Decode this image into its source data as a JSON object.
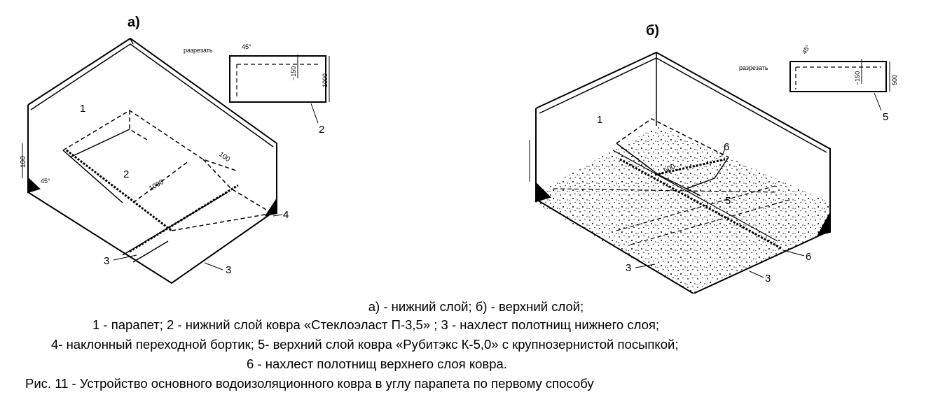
{
  "figure_a": {
    "label": "а)",
    "n1": "1",
    "n2": "2",
    "n3a": "3",
    "n3b": "3",
    "n4": "4",
    "n2sheet": "2",
    "dim_100_left": "100",
    "dim_45": "45°",
    "dim_1000_floor": "1000",
    "dim_100_floor": "100",
    "sheet_cut": "разрезать",
    "sheet_45": "45°",
    "sheet_150": "~150",
    "sheet_1000": "1000"
  },
  "figure_b": {
    "label": "б)",
    "n1": "1",
    "n5": "5",
    "n3a": "3",
    "n3b": "3",
    "n6a": "6",
    "n6b": "6",
    "n5sheet": "5",
    "dim_500_floor": "500",
    "sheet_cut": "разрезать",
    "sheet_45": "45°",
    "sheet_150": "~150",
    "sheet_500": "500"
  },
  "caption": {
    "line1": "а) - нижний слой; б) - верхний слой;",
    "line2": "1 - парапет; 2 - нижний слой ковра «Стеклоэласт П-3,5» ; 3 - нахлест полотнищ нижнего слоя;",
    "line3": "4- наклонный переходной бортик; 5- верхний слой ковра «Рубитэкс К-5,0» с крупнозернистой посыпкой;",
    "line4": "6 - нахлест полотнищ верхнего слоя ковра.",
    "line5": "Рис. 11 - Устройство основного водоизоляционного ковра в углу парапета по первому способу"
  }
}
